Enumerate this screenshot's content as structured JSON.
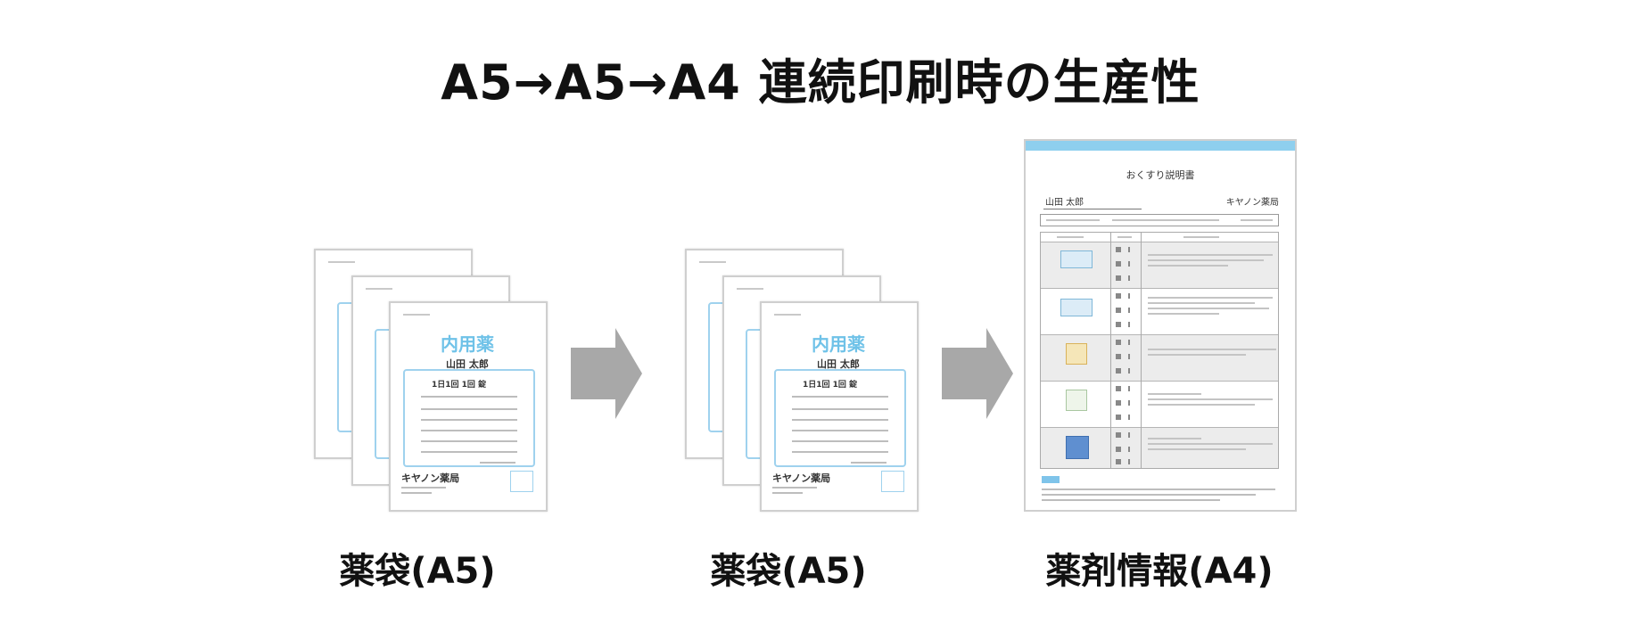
{
  "title": "A5→A5→A4 連続印刷時の生産性",
  "steps": [
    {
      "caption": "薬袋(A5)",
      "sheet": {
        "heading": "内用薬",
        "patient": "山田 太郎",
        "dose_line": "1日1回 1回 錠",
        "pharmacy": "キヤノン薬局"
      }
    },
    {
      "caption": "薬袋(A5)",
      "sheet": {
        "heading": "内用薬",
        "patient": "山田 太郎",
        "dose_line": "1日1回 1回 錠",
        "pharmacy": "キヤノン薬局"
      }
    },
    {
      "caption": "薬剤情報(A4)",
      "info": {
        "heading": "おくすり説明書",
        "patient": "山田 太郎",
        "pharmacy": "キヤノン薬局"
      }
    }
  ],
  "colors": {
    "accent_blue": "#6fc2e8",
    "arrow_gray": "#a8a8a8",
    "title_text": "#111111"
  }
}
